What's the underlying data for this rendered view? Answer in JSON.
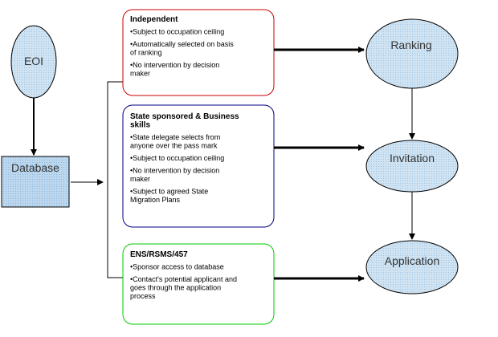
{
  "diagram": {
    "nodes": {
      "eoi": {
        "label": "EOI"
      },
      "database": {
        "label": "Database"
      },
      "ranking": {
        "label": "Ranking"
      },
      "invitation": {
        "label": "Invitation"
      },
      "application": {
        "label": "Application"
      }
    },
    "boxes": {
      "independent": {
        "title": [
          "Independent"
        ],
        "bullets": [
          [
            "•Subject to occupation ceiling"
          ],
          [
            "•Automatically selected on basis",
            "of ranking"
          ],
          [
            "•No intervention by decision",
            "maker"
          ]
        ],
        "border_color": "#cc0000"
      },
      "state": {
        "title": [
          "State sponsored & Business",
          "skills"
        ],
        "bullets": [
          [
            "•State delegate selects from",
            "anyone over the pass mark"
          ],
          [
            "•Subject to occupation ceiling"
          ],
          [
            "•No intervention by decision",
            "maker"
          ],
          [
            "•Subject to agreed State",
            "Migration Plans"
          ]
        ],
        "border_color": "#000080"
      },
      "ens": {
        "title": [
          "ENS/RSMS/457"
        ],
        "bullets": [
          [
            "•Sponsor access to database"
          ],
          [
            "•Contact's potential applicant and",
            "goes through the application",
            "process"
          ]
        ],
        "border_color": "#00cc00"
      }
    },
    "colors": {
      "ellipse_fill": "#cfe3f2",
      "database_fill": "#bcd7ee"
    }
  }
}
